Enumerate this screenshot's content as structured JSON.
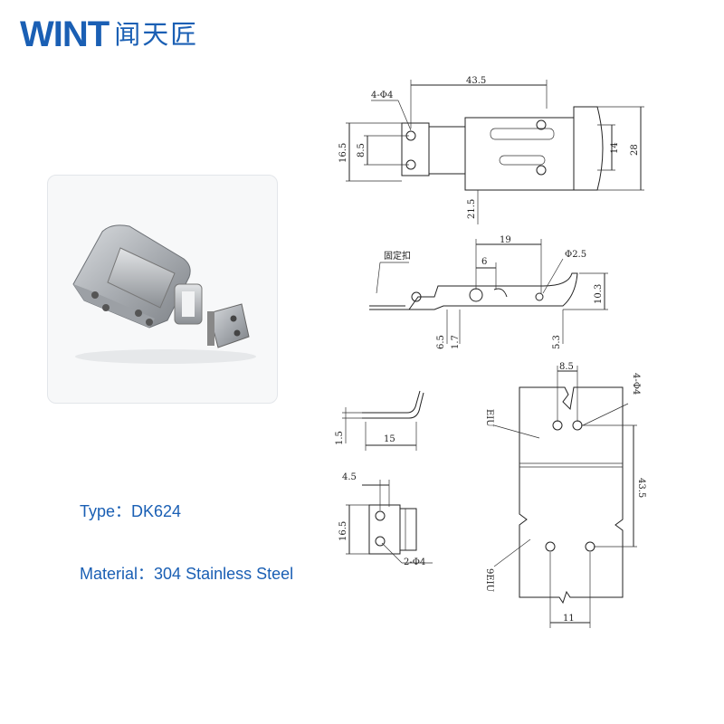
{
  "brand": {
    "name": "WINT",
    "chinese": "闻天匠",
    "color": "#1a5fb4"
  },
  "product": {
    "type_label": "Type：",
    "type_value": "DK624",
    "material_label": "Material：",
    "material_value": "304 Stainless Steel"
  },
  "drawing": {
    "top_view": {
      "holes": "4-Φ4",
      "width": "43.5",
      "h1": "16.5",
      "h2": "8.5",
      "h3": "14",
      "h4": "28",
      "h5": "21.5"
    },
    "side_view": {
      "fixing_label": "固定扣",
      "d1": "19",
      "d2": "6",
      "hole": "Φ2.5",
      "height": "10.3",
      "v1": "6.5",
      "v2": "1.7",
      "v3": "5.3"
    },
    "hook_view": {
      "height": "1.5",
      "width": "15"
    },
    "keeper_view": {
      "w": "4.5",
      "h": "16.5",
      "holes": "2-Φ4"
    },
    "mount_view": {
      "spacing_top": "8.5",
      "holes": "4-Φ4",
      "height": "43.5",
      "spacing_bottom": "11",
      "label_top": "EIU",
      "label_bottom": "9EIU"
    }
  }
}
